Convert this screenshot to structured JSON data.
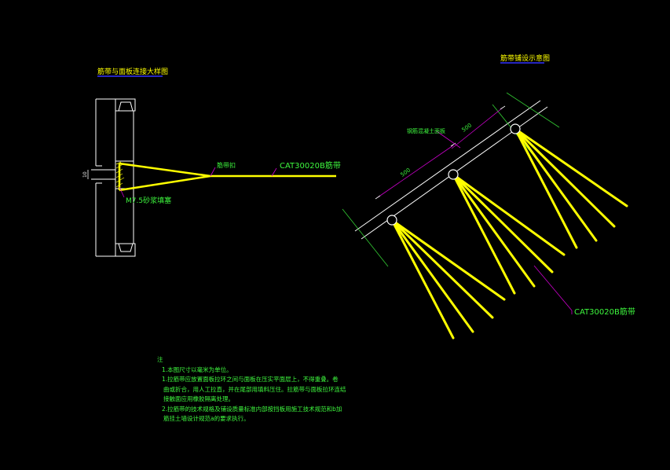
{
  "left_drawing": {
    "title": "筋带与面板连接大样图",
    "dimension": "10",
    "mortar_label": "M7.5砂浆填塞",
    "ring_label": "筋带扣",
    "strap_label": "CAT30020B筋带"
  },
  "right_drawing": {
    "title": "筋带铺设示意图",
    "panel_label": "钢筋混凝土面板",
    "dim_upper": "500",
    "dim_lower": "500",
    "strap_label": "CAT30020B筋带"
  },
  "notes": {
    "heading": "注",
    "lines": [
      "1.本图尺寸以毫米为单位。",
      "1.拉筋带应放置面板拉环之间与面板在压实平面层上，不得重叠。卷",
      "曲或折合，用人工拉直，并在尾部用填料压住。拉筋带与面板拉环连结",
      "接触面应用橡胶隔离处理。",
      "2.拉筋带的技术规格及铺设质量标准内部按挡板用施工技术规范和b加",
      "筋挂土墙设计规范a的要求执行。"
    ]
  },
  "colors": {
    "background": "#000000",
    "strap": "#ffff00",
    "structure": "#ffffff",
    "label": "#3ef83e",
    "title": "#ffff00",
    "title_underline": "#3333ff",
    "dimension": "#cc00cc",
    "extension": "#33cc33"
  }
}
